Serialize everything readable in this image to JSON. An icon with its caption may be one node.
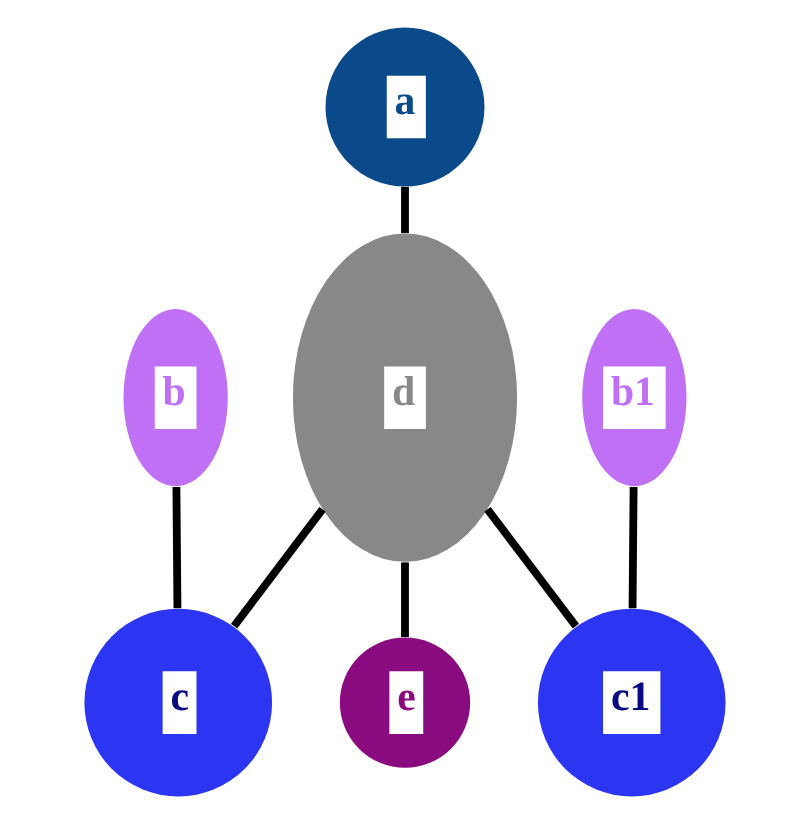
{
  "diagram": {
    "nodes": [
      {
        "text": [
          "a"
        ]
      },
      {
        "text": [
          "b"
        ]
      },
      {
        "text": [
          "b1"
        ]
      },
      {
        "text": [
          "d"
        ]
      },
      {
        "text": [
          "c"
        ]
      },
      {
        "text": [
          "c1"
        ]
      },
      {
        "text": [
          "e"
        ]
      }
    ],
    "edges": [
      {
        "from": 0,
        "to": 3,
        "arrow": "none"
      },
      {
        "from": 1,
        "to": 4,
        "arrow": "none"
      },
      {
        "from": 2,
        "to": 5,
        "arrow": "none"
      },
      {
        "from": 3,
        "to": 4,
        "arrow": "none"
      },
      {
        "from": 3,
        "to": 5,
        "arrow": "none"
      },
      {
        "from": 3,
        "to": 6,
        "arrow": "none"
      }
    ]
  }
}
